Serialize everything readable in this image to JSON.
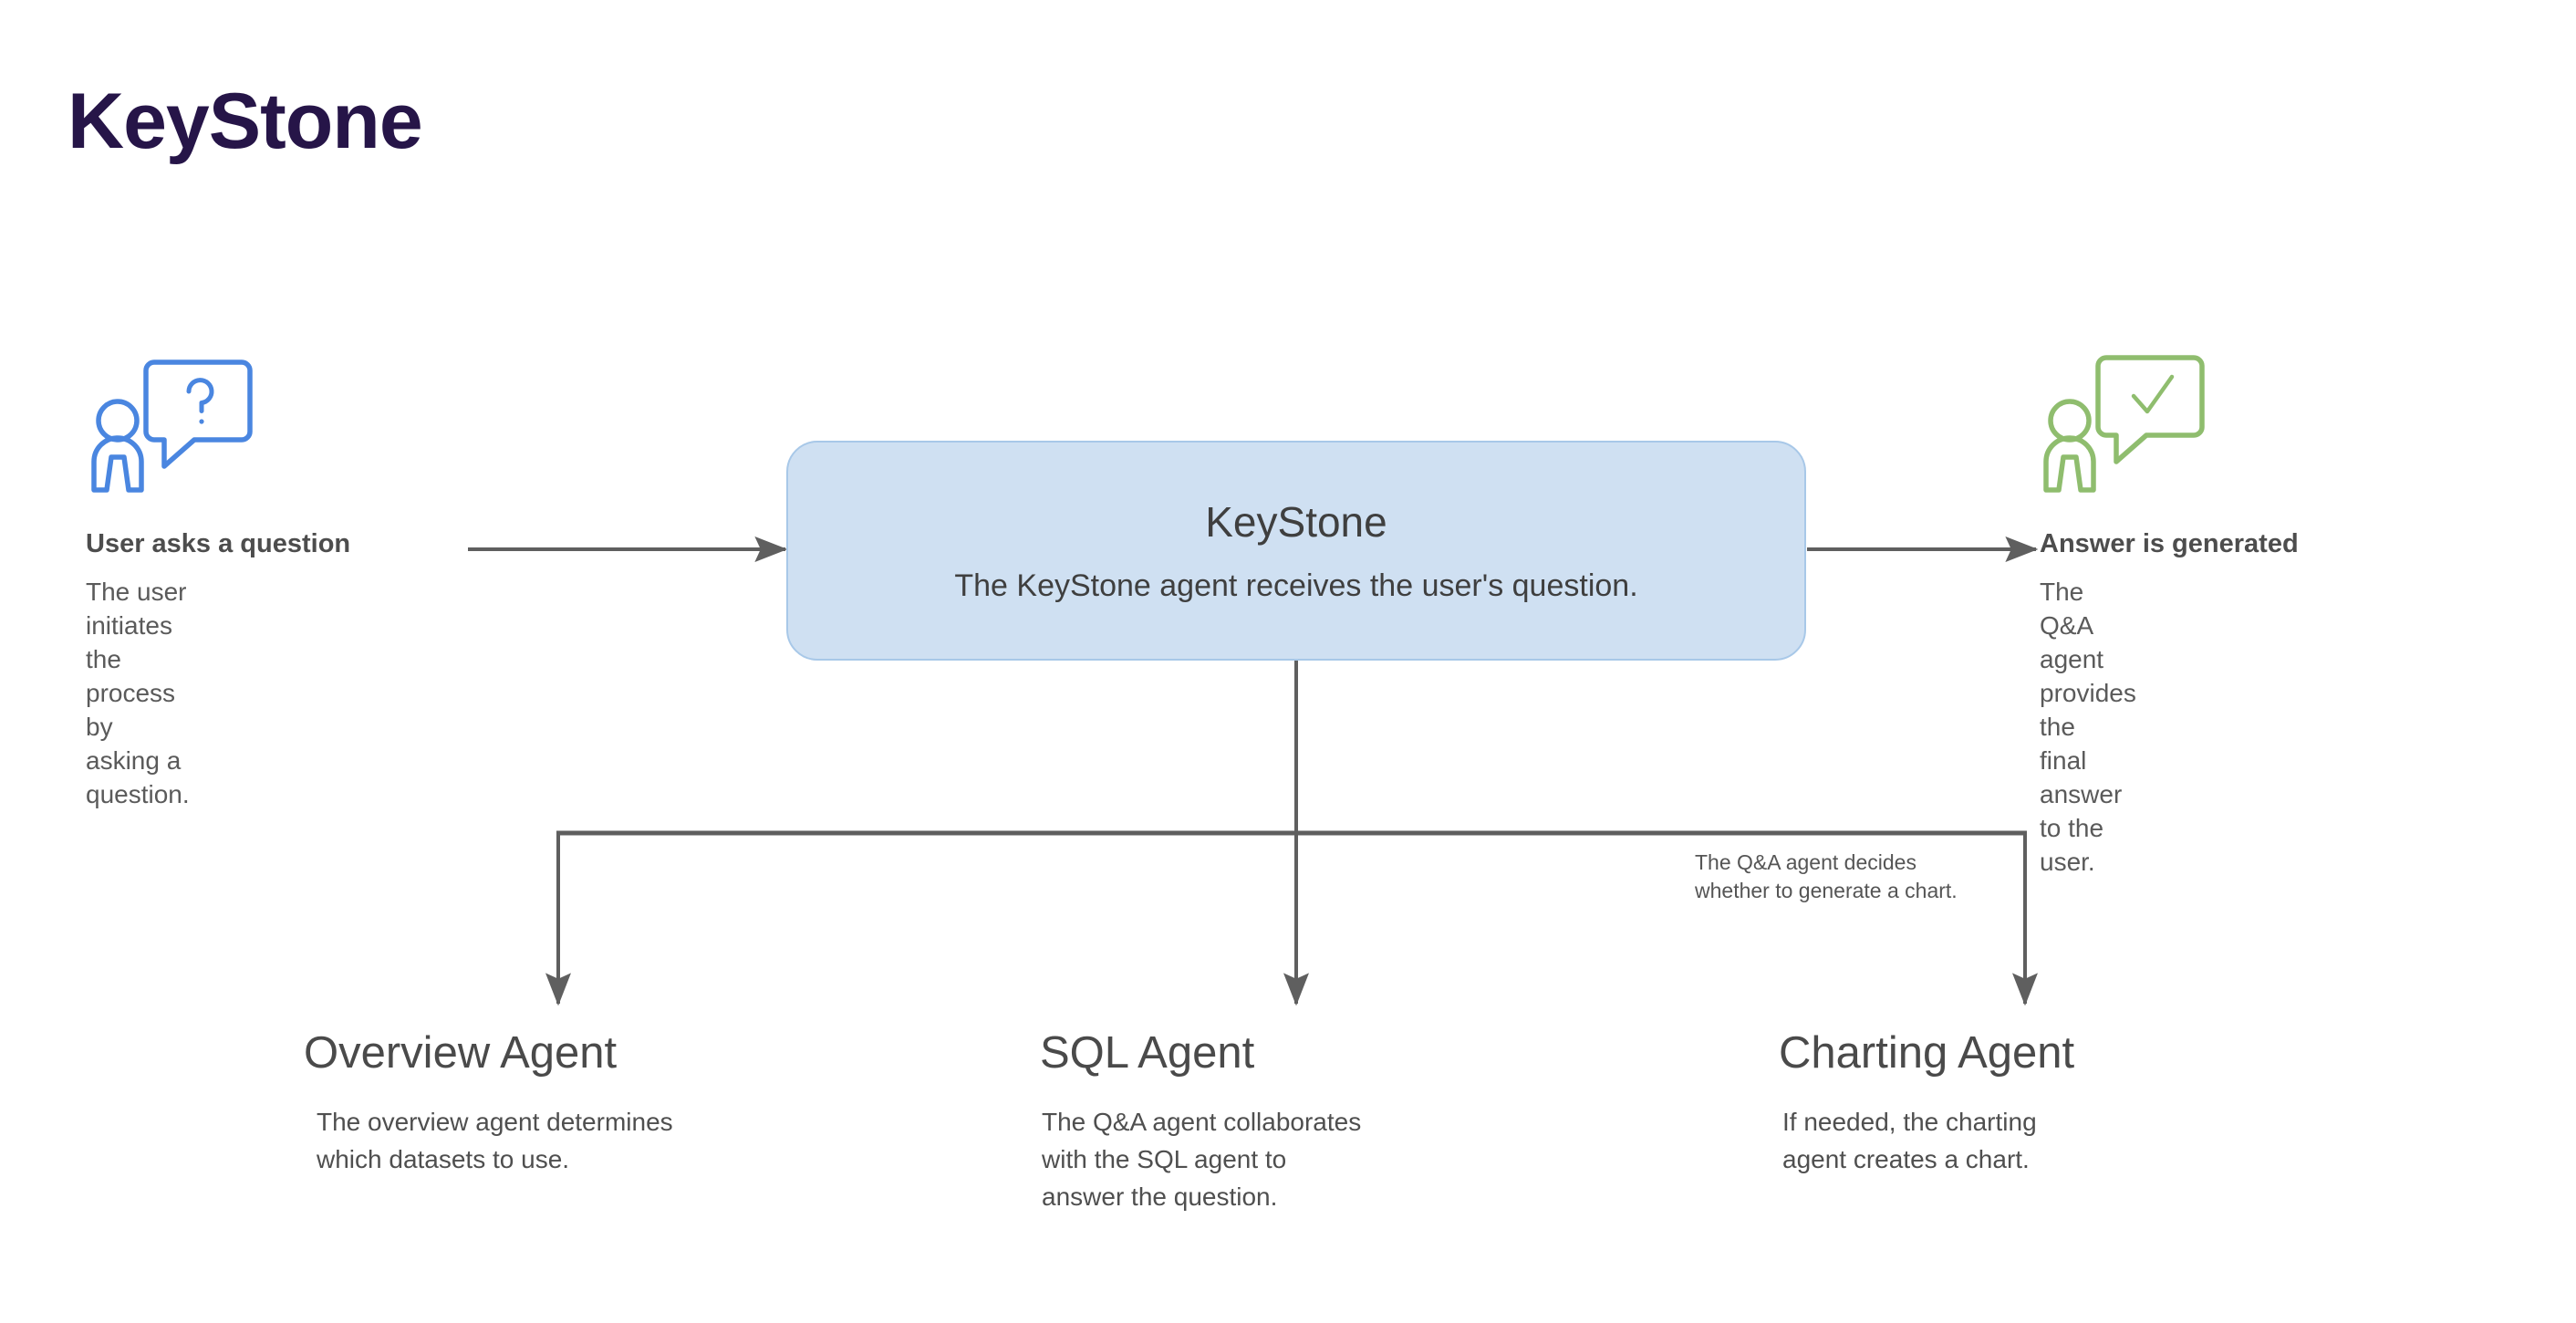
{
  "page": {
    "brand_title": "KeyStone",
    "brand_color": "#261548",
    "background_color": "#ffffff"
  },
  "flow": {
    "start": {
      "icon": "user-question-icon",
      "icon_color": "#4a86e0",
      "title": "User asks a question",
      "description": "The user initiates the process\nby asking a question."
    },
    "central_node": {
      "title": "KeyStone",
      "description": "The KeyStone agent receives the user's question.",
      "fill_color": "#cfe0f2",
      "border_color": "#a8c8e8"
    },
    "end": {
      "icon": "user-answer-icon",
      "icon_color": "#8fbd6e",
      "title": "Answer is generated",
      "description": "The Q&A agent provides the\nfinal answer to the user."
    },
    "branch_annotation": "The Q&A agent decides\nwhether to generate a chart.",
    "connector_color": "#5f5f5f",
    "agents": [
      {
        "id": "overview",
        "title": "Overview Agent",
        "description": "The overview agent determines\nwhich datasets to use."
      },
      {
        "id": "sql",
        "title": "SQL Agent",
        "description": "The Q&A agent collaborates\nwith the SQL agent to\nanswer the question."
      },
      {
        "id": "charting",
        "title": "Charting Agent",
        "description": "If needed, the charting\nagent creates a chart."
      }
    ]
  }
}
